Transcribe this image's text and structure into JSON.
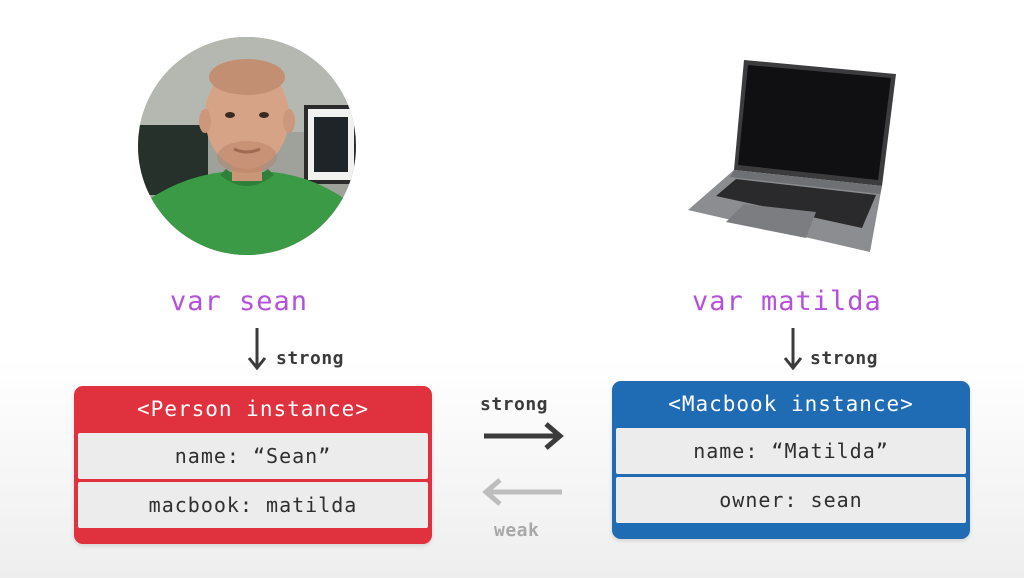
{
  "person": {
    "var_label": "var sean",
    "ref_label": "strong",
    "title": "<Person instance>",
    "rows": [
      "name: “Sean”",
      "macbook: matilda"
    ],
    "color": "#e0323e"
  },
  "macbook": {
    "var_label": "var matilda",
    "ref_label": "strong",
    "title": "<Macbook instance>",
    "rows": [
      "name: “Matilda”",
      "owner: sean"
    ],
    "color": "#1f6cb4"
  },
  "relations": {
    "forward_label": "strong",
    "backward_label": "weak"
  },
  "colors": {
    "var": "#b54fdc",
    "strong_arrow": "#3b3b3b",
    "weak_arrow": "#bdbdbd"
  },
  "icons": [
    "person-photo",
    "laptop-icon",
    "arrow-down-icon",
    "arrow-right-icon",
    "arrow-left-icon"
  ]
}
